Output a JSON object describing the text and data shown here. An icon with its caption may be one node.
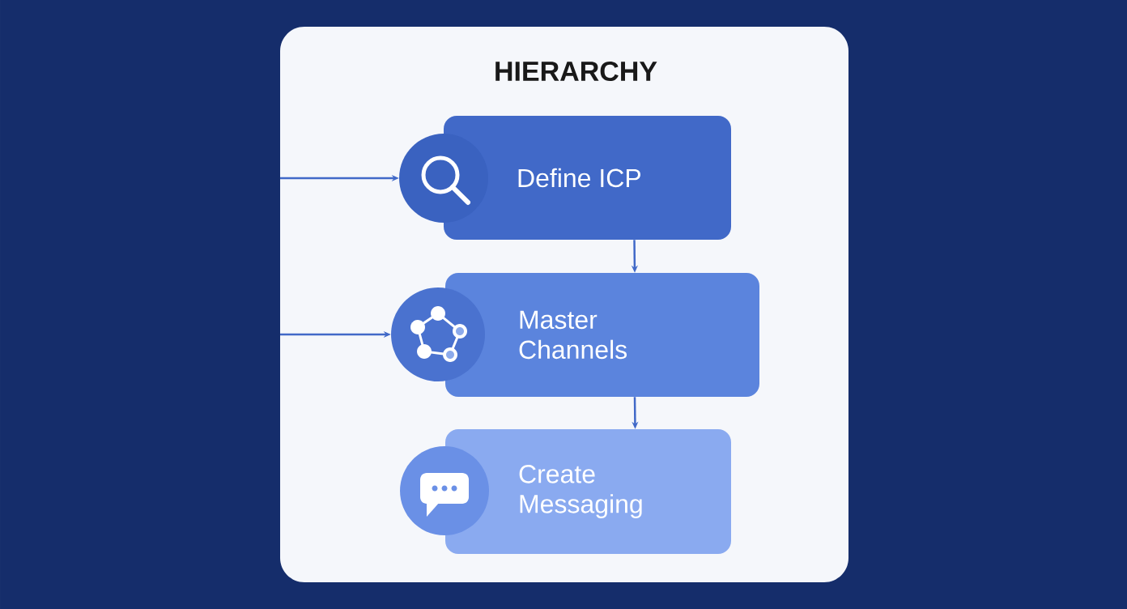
{
  "diagram": {
    "title": "HIERARCHY",
    "nodes": [
      {
        "text": [
          "Define ICP"
        ]
      },
      {
        "text": [],
        "shape": "circle"
      },
      {
        "text": [
          "Master Channels"
        ]
      },
      {
        "text": [],
        "shape": "circle"
      },
      {
        "text": [
          "Create Messaging"
        ]
      },
      {
        "text": [],
        "shape": "circle"
      }
    ],
    "edges": [
      {
        "from": 0,
        "to": 2,
        "arrow": "to"
      },
      {
        "from": 2,
        "to": 4,
        "arrow": "to"
      },
      {
        "from": null,
        "to": 1,
        "arrow": "to"
      },
      {
        "from": null,
        "to": 3,
        "arrow": "to"
      }
    ]
  }
}
